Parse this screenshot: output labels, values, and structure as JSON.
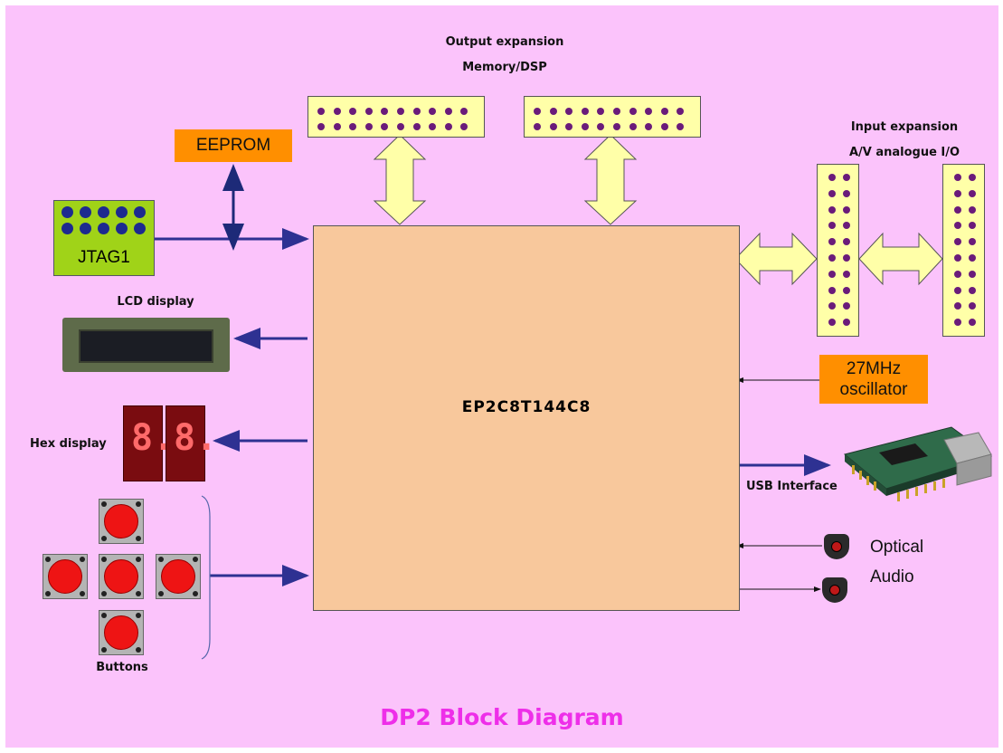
{
  "diagram": {
    "title": "DP2 Block Diagram",
    "center_chip": "EP2C8T144C8",
    "output_expansion": {
      "line1": "Output expansion",
      "line2": "Memory/DSP"
    },
    "input_expansion": {
      "line1": "Input expansion",
      "line2": "A/V analogue I/O"
    },
    "eeprom": "EEPROM",
    "jtag": "JTAG1",
    "lcd_label": "LCD display",
    "hex_label": "Hex display",
    "buttons_label": "Buttons",
    "usb_label": "USB Interface",
    "oscillator": {
      "line1": "27MHz",
      "line2": "oscillator"
    },
    "optical_label": "Optical",
    "audio_label": "Audio",
    "colors": {
      "background": "#fbc3fb",
      "chip": "#f8c89c",
      "connector": "#ffffa8",
      "arrow": "#2e3192",
      "title": "#ee2ee9",
      "orange": "#ff8f00",
      "jtag": "#a0d318"
    }
  }
}
